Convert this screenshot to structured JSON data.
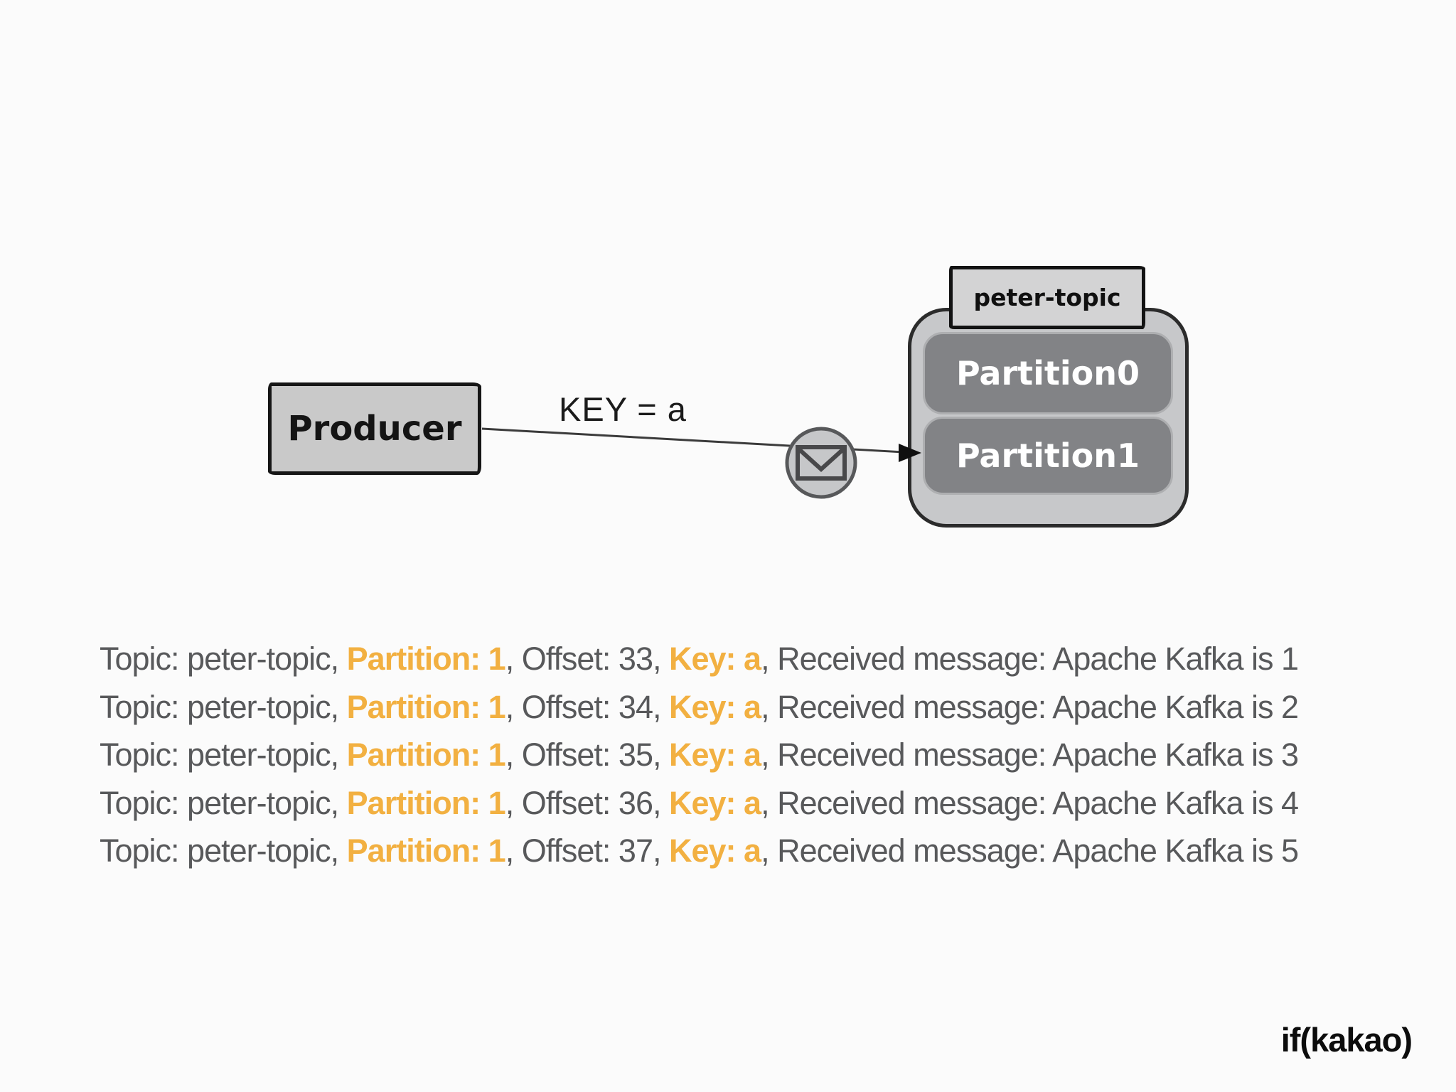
{
  "colors": {
    "background": "#fbfbfb",
    "highlight_orange": "#f2b041",
    "log_gray": "#58595b",
    "box_fill_light_gray": "#c9c9c9",
    "topic_container_fill": "#c7c8ca",
    "partition_fill": "#828386",
    "partition_text": "#ffffff",
    "line_color": "#3b3b3b"
  },
  "diagram": {
    "producer_label": "Producer",
    "key_label": "KEY = a",
    "envelope_icon": "envelope-message-icon",
    "topic": {
      "label": "peter-topic",
      "partitions": [
        {
          "label": "Partition0"
        },
        {
          "label": "Partition1"
        }
      ]
    }
  },
  "log_lines": [
    {
      "pre": "Topic: peter-topic, ",
      "partition": "Partition: 1",
      "mid": ", Offset: 33, ",
      "key": "Key: a",
      "post": ", Received message: Apache Kafka is 1"
    },
    {
      "pre": "Topic: peter-topic, ",
      "partition": "Partition: 1",
      "mid": ", Offset: 34, ",
      "key": "Key: a",
      "post": ", Received message: Apache Kafka is 2"
    },
    {
      "pre": "Topic: peter-topic, ",
      "partition": "Partition: 1",
      "mid": ", Offset: 35, ",
      "key": "Key: a",
      "post": ", Received message: Apache Kafka is 3"
    },
    {
      "pre": "Topic: peter-topic, ",
      "partition": "Partition: 1",
      "mid": ", Offset: 36, ",
      "key": "Key: a",
      "post": ", Received message: Apache Kafka is 4"
    },
    {
      "pre": "Topic: peter-topic, ",
      "partition": "Partition: 1",
      "mid": ", Offset: 37, ",
      "key": "Key: a",
      "post": ", Received message: Apache Kafka is 5"
    }
  ],
  "footer": {
    "brand": "if(kakao)"
  }
}
